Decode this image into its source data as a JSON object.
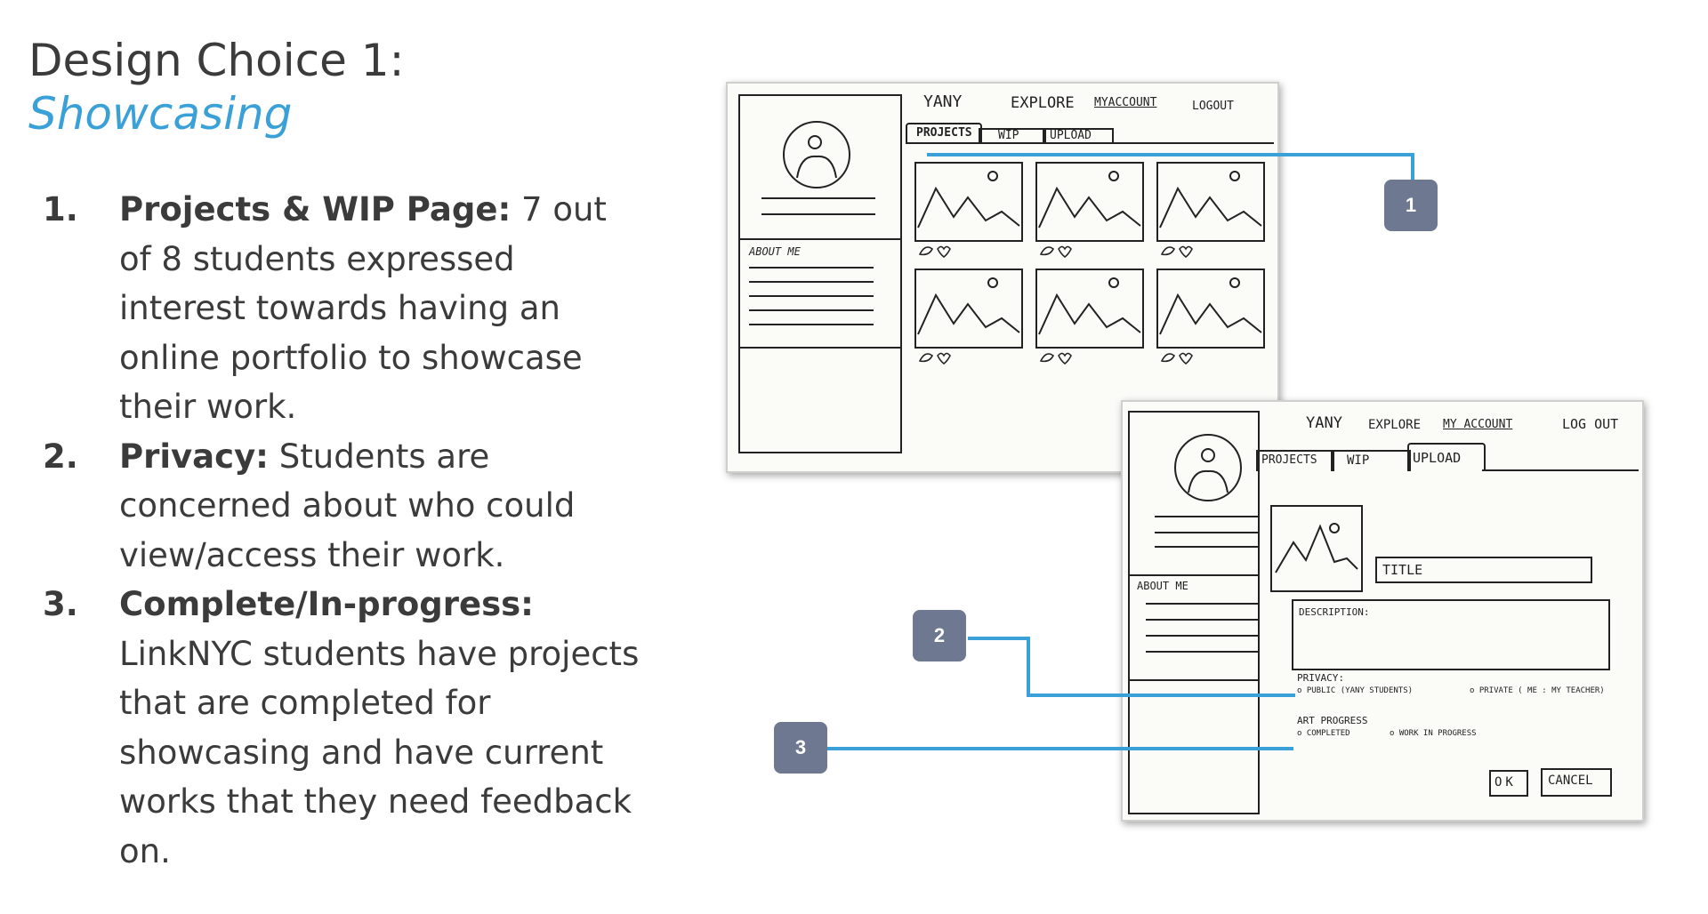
{
  "title": {
    "line1": "Design Choice 1:",
    "line2": "Showcasing"
  },
  "points": [
    {
      "num": "1.",
      "heading": "Projects & WIP Page:",
      "text": " 7 out of 8 students expressed interest towards having an online portfolio to showcase their work."
    },
    {
      "num": "2.",
      "heading": "Privacy:",
      "text": "  Students are concerned about who could view/access their work."
    },
    {
      "num": "3.",
      "heading": "Complete/In-progress:",
      "text": " LinkNYC students have projects that are completed for showcasing and have current works that they need feedback on."
    }
  ],
  "sketch1": {
    "nav": [
      "YANY",
      "EXPLORE",
      "MYACCOUNT",
      "LOGOUT"
    ],
    "tabs": [
      "PROJECTS",
      "WIP",
      "UPLOAD"
    ],
    "about": "ABOUT ME"
  },
  "sketch2": {
    "nav": [
      "YANY",
      "EXPLORE",
      "MY ACCOUNT",
      "LOG OUT"
    ],
    "tabs": [
      "PROJECTS",
      "WIP",
      "UPLOAD"
    ],
    "about": "ABOUT ME",
    "title_field": "TITLE",
    "description_field": "DESCRIPTION:",
    "privacy_label": "PRIVACY:",
    "privacy_public": "o PUBLIC (YANY STUDENTS)",
    "privacy_private": "o PRIVATE ( ME : MY TEACHER)",
    "progress_label": "ART PROGRESS",
    "progress_completed": "o COMPLETED",
    "progress_wip": "o WORK IN PROGRESS",
    "ok": "OK",
    "cancel": "CANCEL"
  },
  "callouts": [
    "1",
    "2",
    "3"
  ],
  "colors": {
    "accent": "#3aa0d8",
    "callout": "#6e7890",
    "text": "#3b3b3b"
  }
}
